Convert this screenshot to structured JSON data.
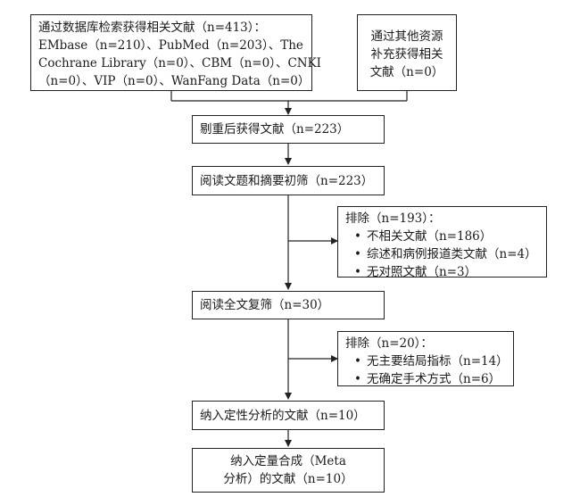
{
  "flowchart": {
    "db_search": {
      "lines": [
        "通过数据库检索获得相关文献（n=413）：",
        "EMbase（n=210）、PubMed（n=203）、The",
        "Cochrane Library（n=0）、CBM（n=0）、CNKI",
        "（n=0）、VIP（n=0）、WanFang Data（n=0）"
      ]
    },
    "other_sources": {
      "lines": [
        "通过其他资源",
        "补充获得相关",
        "文献（n=0）"
      ]
    },
    "after_dedup": "剔重后获得文献（n=223）",
    "title_abstract_screen": "阅读文题和摘要初筛（n=223）",
    "exclusion_1": {
      "header": "排除（n=193）：",
      "items": [
        "不相关文献（n=186）",
        "综述和病例报道类文献（n=4）",
        "无对照文献（n=3）"
      ]
    },
    "fulltext_screen": "阅读全文复筛（n=30）",
    "exclusion_2": {
      "header": "排除（n=20）：",
      "items": [
        "无主要结局指标（n=14）",
        "无确定手术方式（n=6）"
      ]
    },
    "qualitative": "纳入定性分析的文献（n=10）",
    "quantitative": {
      "lines": [
        "纳入定量合成（Meta",
        "分析）的文献（n=10）"
      ]
    },
    "bullet_symbol": "•"
  }
}
